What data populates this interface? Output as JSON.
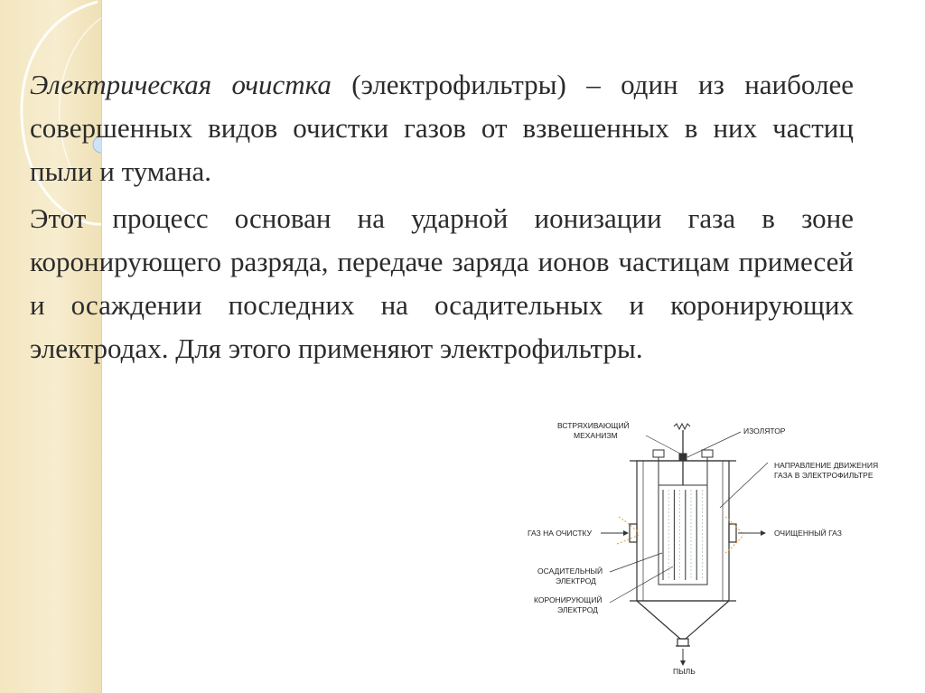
{
  "slide": {
    "para1_lead": "Электрическая очистка",
    "para1_rest": " (электрофильтры) – один из наиболее совершенных видов очистки газов от взвешенных в них частиц пыли и тумана.",
    "para2": "Этот процесс основан на ударной ионизации газа в зоне коронирующего разряда, передаче заряда ионов частицам примесей и осаждении последних на осадительных и коронирующих электродах. Для этого применяют электрофильтры."
  },
  "diagram": {
    "labels": {
      "shaker_1": "ВСТРЯХИВАЮЩИЙ",
      "shaker_2": "МЕХАНИЗМ",
      "insulator": "ИЗОЛЯТОР",
      "flow_1": "НАПРАВЛЕНИЕ ДВИЖЕНИЯ",
      "flow_2": "ГАЗА В ЭЛЕКТРОФИЛЬТРЕ",
      "gas_in": "ГАЗ НА ОЧИСТКУ",
      "gas_out": "ОЧИЩЕННЫЙ ГАЗ",
      "collecting_1": "ОСАДИТЕЛЬНЫЙ",
      "collecting_2": "ЭЛЕКТРОД",
      "corona_1": "КОРОНИРУЮЩИЙ",
      "corona_2": "ЭЛЕКТРОД",
      "dust": "ПЫЛЬ"
    }
  }
}
